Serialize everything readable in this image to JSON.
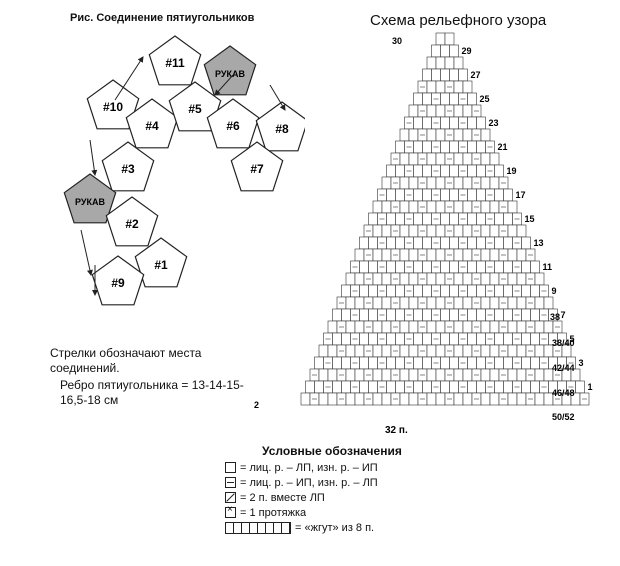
{
  "left_title": "Рис. Соединение пятиугольников",
  "right_title": "Схема рельефного узора",
  "pentagons": [
    {
      "label": "#11",
      "shaded": false
    },
    {
      "label": "РУКАВ",
      "shaded": true
    },
    {
      "label": "#10",
      "shaded": false
    },
    {
      "label": "#4",
      "shaded": false
    },
    {
      "label": "#5",
      "shaded": false
    },
    {
      "label": "#6",
      "shaded": false
    },
    {
      "label": "#8",
      "shaded": false
    },
    {
      "label": "#3",
      "shaded": false
    },
    {
      "label": "#7",
      "shaded": false
    },
    {
      "label": "РУКАВ",
      "shaded": true
    },
    {
      "label": "#2",
      "shaded": false
    },
    {
      "label": "#1",
      "shaded": false
    },
    {
      "label": "#9",
      "shaded": false
    }
  ],
  "notes": {
    "arrows": "Стрелки обозначают места соединений.",
    "edge": "Ребро пятиугольника = 13-14-15-16,5-18 см"
  },
  "scheme": {
    "row_numbers_right": [
      "29",
      "27",
      "25",
      "23",
      "21",
      "19",
      "17",
      "15",
      "13",
      "11",
      "9",
      "7",
      "5",
      "3",
      "1"
    ],
    "row_numbers_left": [
      "30",
      "2"
    ],
    "size_labels": [
      "38",
      "38/40",
      "42/44",
      "46/48",
      "50/52"
    ],
    "stitch_count": "32 п."
  },
  "legend": {
    "title": "Условные обозначения",
    "items": [
      {
        "symbol": "empty",
        "text": "= лиц. р. – ЛП, изн. р. – ИП"
      },
      {
        "symbol": "dash",
        "text": "= лиц. р. – ИП, изн. р. – ЛП"
      },
      {
        "symbol": "diag",
        "text": "= 2 п. вместе ЛП"
      },
      {
        "symbol": "cross",
        "text": "= 1 протяжка"
      },
      {
        "symbol": "cable",
        "text": "= «жгут» из 8 п."
      }
    ]
  }
}
